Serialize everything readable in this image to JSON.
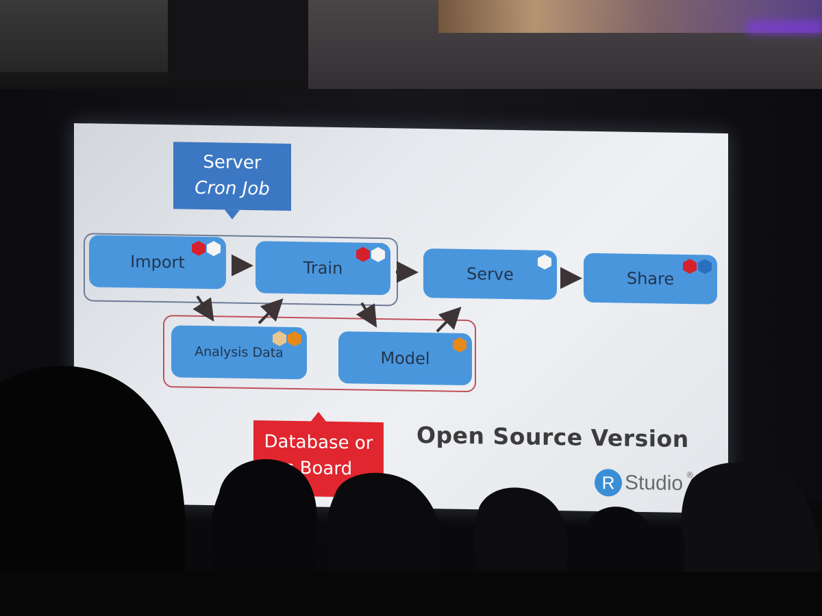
{
  "slide": {
    "callout_top": {
      "line1": "Server",
      "line2": "Cron Job"
    },
    "steps": {
      "import": "Import",
      "train": "Train",
      "serve": "Serve",
      "share": "Share",
      "analysis_data": "Analysis Data",
      "model": "Model"
    },
    "callout_bottom": {
      "line1": "Database or",
      "line2": "s Board"
    },
    "version_label": "Open Source Version",
    "logo": {
      "letter": "R",
      "word": "Studio",
      "mark": "®"
    }
  },
  "colors": {
    "step_fill": "#4a96dd",
    "blue_callout": "#3c77c3",
    "red_callout": "#e0262e",
    "group_outline": "#6e7a95",
    "group_outline_red": "#c0505a"
  },
  "icons": [
    "rstudio-hex-icon",
    "rmarkdown-hex-icon",
    "plumber-hex-icon",
    "pins-hex-icon",
    "database-hex-icon",
    "shiny-hex-icon"
  ]
}
